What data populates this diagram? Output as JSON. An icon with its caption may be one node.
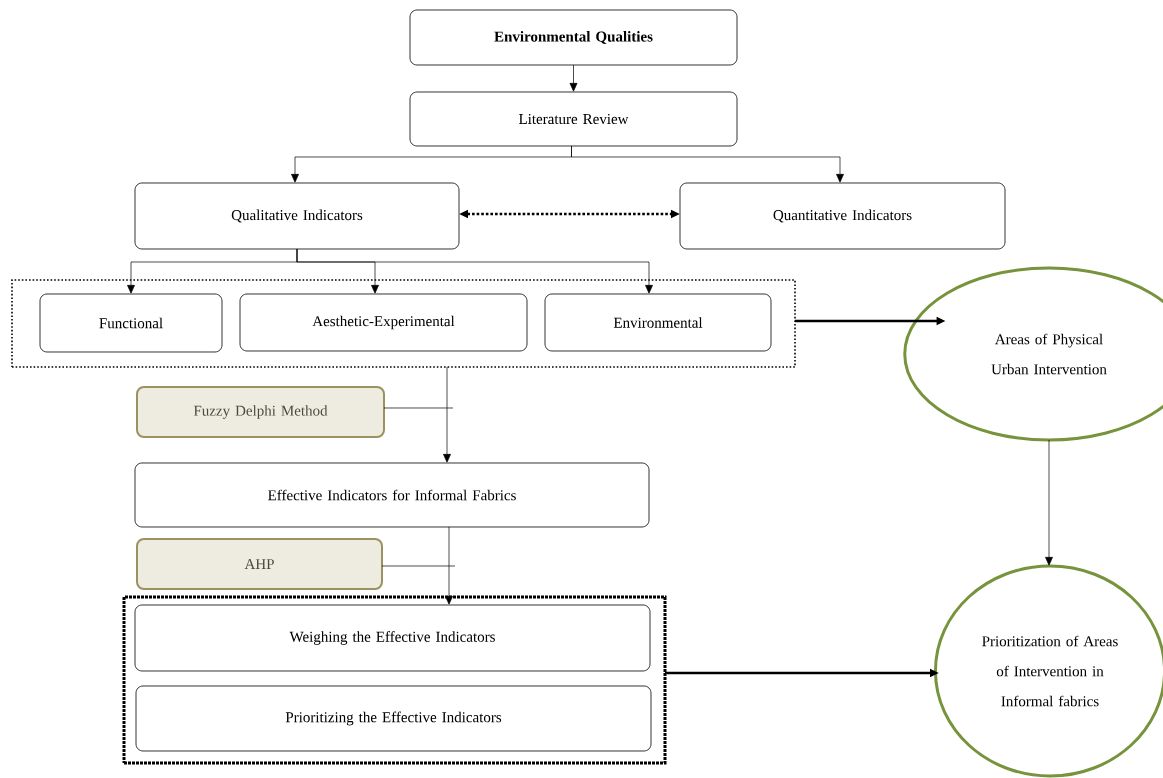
{
  "diagram": {
    "nodes": [
      {
        "text": [
          "Environmental Qualities"
        ]
      },
      {
        "text": [
          "Literature Review"
        ]
      },
      {
        "text": [
          "Qualitative Indicators"
        ]
      },
      {
        "text": [
          "Quantitative Indicators"
        ]
      },
      {
        "text": [],
        "shape": "box"
      },
      {
        "text": [
          "Functional"
        ],
        "in": 4
      },
      {
        "text": [
          "Aesthetic-Experimental"
        ],
        "in": 4
      },
      {
        "text": [
          "Environmental"
        ],
        "in": 4
      },
      {
        "text": [
          "Areas of Physical Urban Intervention"
        ]
      },
      {
        "text": [
          "Fuzzy Delphi Method"
        ]
      },
      {
        "text": [
          "Effective Indicators for Informal Fabrics"
        ]
      },
      {
        "text": [
          "AHP"
        ]
      },
      {
        "text": [],
        "shape": "box"
      },
      {
        "text": [
          "Weighing the Effective Indicators"
        ],
        "in": 12
      },
      {
        "text": [
          "Prioritizing the Effective Indicators"
        ],
        "in": 12
      },
      {
        "text": [
          "Prioritization of Areas of Intervention in Informal fabrics"
        ]
      }
    ],
    "edges": [
      {
        "from": 0,
        "to": 1,
        "arrow": "to"
      },
      {
        "from": 1,
        "to": 2,
        "arrow": "to"
      },
      {
        "from": 1,
        "to": 3,
        "arrow": "to"
      },
      {
        "from": 2,
        "to": 3,
        "arrow": "both",
        "style": "dashed"
      },
      {
        "from": 2,
        "to": 5,
        "arrow": "to"
      },
      {
        "from": 2,
        "to": 6,
        "arrow": "to"
      },
      {
        "from": 2,
        "to": 7,
        "arrow": "to"
      },
      {
        "from": 4,
        "to": 8,
        "arrow": "to",
        "style": "thick"
      },
      {
        "from": 4,
        "to": 10,
        "arrow": "to"
      },
      {
        "from": 9,
        "to": null,
        "arrow": "none"
      },
      {
        "from": 10,
        "to": 13,
        "arrow": "to"
      },
      {
        "from": 11,
        "to": null,
        "arrow": "none"
      },
      {
        "from": 12,
        "to": 15,
        "arrow": "to",
        "style": "thick"
      },
      {
        "from": 8,
        "to": 15,
        "arrow": "to"
      }
    ]
  }
}
